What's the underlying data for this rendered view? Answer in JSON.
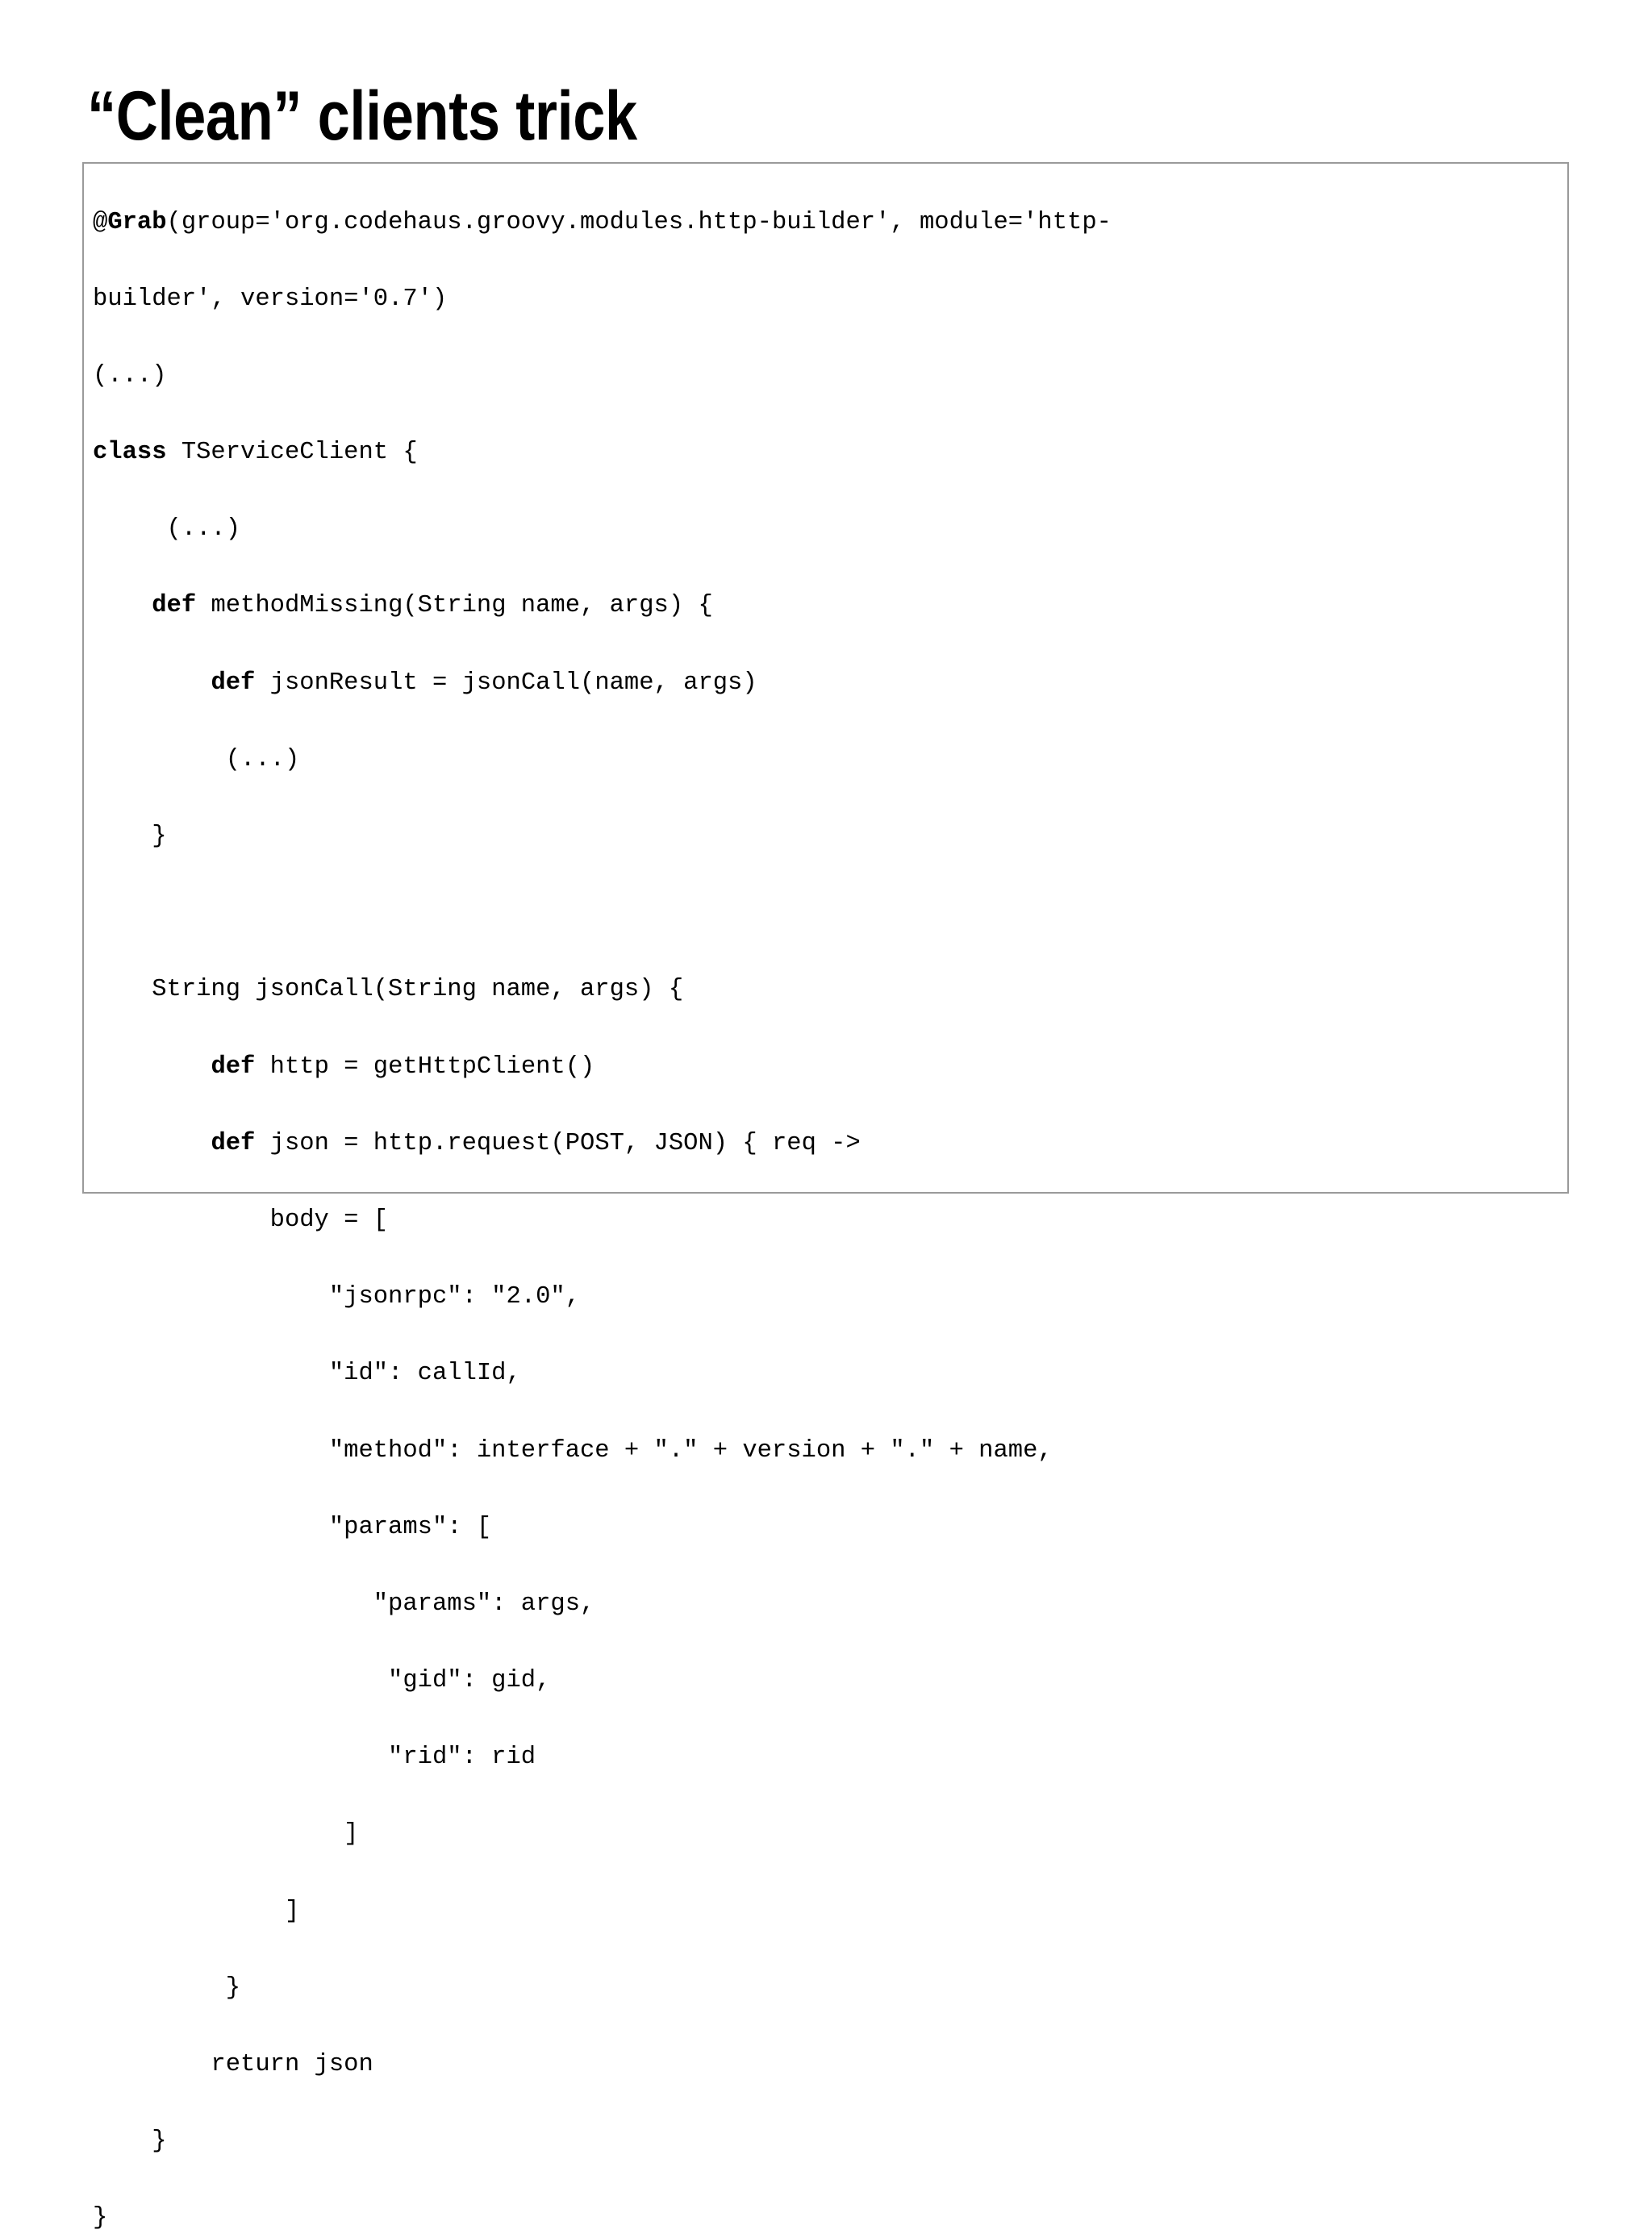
{
  "slide": {
    "title": "“Clean” clients trick",
    "background_color": "#ffffff",
    "text_color": "#000000",
    "code_box_border_color": "#9a9a9a"
  },
  "code": {
    "language": "groovy",
    "lines": [
      {
        "segments": [
          {
            "text": "@",
            "bold": false
          },
          {
            "text": "Grab",
            "bold": true
          },
          {
            "text": "(group='org.codehaus.groovy.modules.http-builder', module='http-",
            "bold": false
          }
        ]
      },
      {
        "segments": [
          {
            "text": "builder', version='0.7')",
            "bold": false
          }
        ]
      },
      {
        "segments": [
          {
            "text": "(...)",
            "bold": false
          }
        ]
      },
      {
        "segments": [
          {
            "text": "class",
            "bold": true
          },
          {
            "text": " TServiceClient {",
            "bold": false
          }
        ]
      },
      {
        "segments": [
          {
            "text": "     (...)",
            "bold": false
          }
        ]
      },
      {
        "segments": [
          {
            "text": "    ",
            "bold": false
          },
          {
            "text": "def",
            "bold": true
          },
          {
            "text": " methodMissing(String name, args) {",
            "bold": false
          }
        ]
      },
      {
        "segments": [
          {
            "text": "        ",
            "bold": false
          },
          {
            "text": "def",
            "bold": true
          },
          {
            "text": " jsonResult = jsonCall(name, args)",
            "bold": false
          }
        ]
      },
      {
        "segments": [
          {
            "text": "         (...)",
            "bold": false
          }
        ]
      },
      {
        "segments": [
          {
            "text": "    }",
            "bold": false
          }
        ]
      },
      {
        "segments": [
          {
            "text": "",
            "bold": false
          }
        ]
      },
      {
        "segments": [
          {
            "text": "    String jsonCall(String name, args) {",
            "bold": false
          }
        ]
      },
      {
        "segments": [
          {
            "text": "        ",
            "bold": false
          },
          {
            "text": "def",
            "bold": true
          },
          {
            "text": " http = getHttpClient()",
            "bold": false
          }
        ]
      },
      {
        "segments": [
          {
            "text": "        ",
            "bold": false
          },
          {
            "text": "def",
            "bold": true
          },
          {
            "text": " json = http.request(POST, JSON) { req ->",
            "bold": false
          }
        ]
      },
      {
        "segments": [
          {
            "text": "            body = [",
            "bold": false
          }
        ]
      },
      {
        "segments": [
          {
            "text": "                \"jsonrpc\": \"2.0\",",
            "bold": false
          }
        ]
      },
      {
        "segments": [
          {
            "text": "                \"id\": callId,",
            "bold": false
          }
        ]
      },
      {
        "segments": [
          {
            "text": "                \"method\": interface + \".\" + version + \".\" + name,",
            "bold": false
          }
        ]
      },
      {
        "segments": [
          {
            "text": "                \"params\": [",
            "bold": false
          }
        ]
      },
      {
        "segments": [
          {
            "text": "                   \"params\": args,",
            "bold": false
          }
        ]
      },
      {
        "segments": [
          {
            "text": "                    \"gid\": gid,",
            "bold": false
          }
        ]
      },
      {
        "segments": [
          {
            "text": "                    \"rid\": rid",
            "bold": false
          }
        ]
      },
      {
        "segments": [
          {
            "text": "                 ]",
            "bold": false
          }
        ]
      },
      {
        "segments": [
          {
            "text": "             ]",
            "bold": false
          }
        ]
      },
      {
        "segments": [
          {
            "text": "         }",
            "bold": false
          }
        ]
      },
      {
        "segments": [
          {
            "text": "        return json",
            "bold": false
          }
        ]
      },
      {
        "segments": [
          {
            "text": "    }",
            "bold": false
          }
        ]
      },
      {
        "segments": [
          {
            "text": "}",
            "bold": false
          }
        ]
      }
    ]
  }
}
